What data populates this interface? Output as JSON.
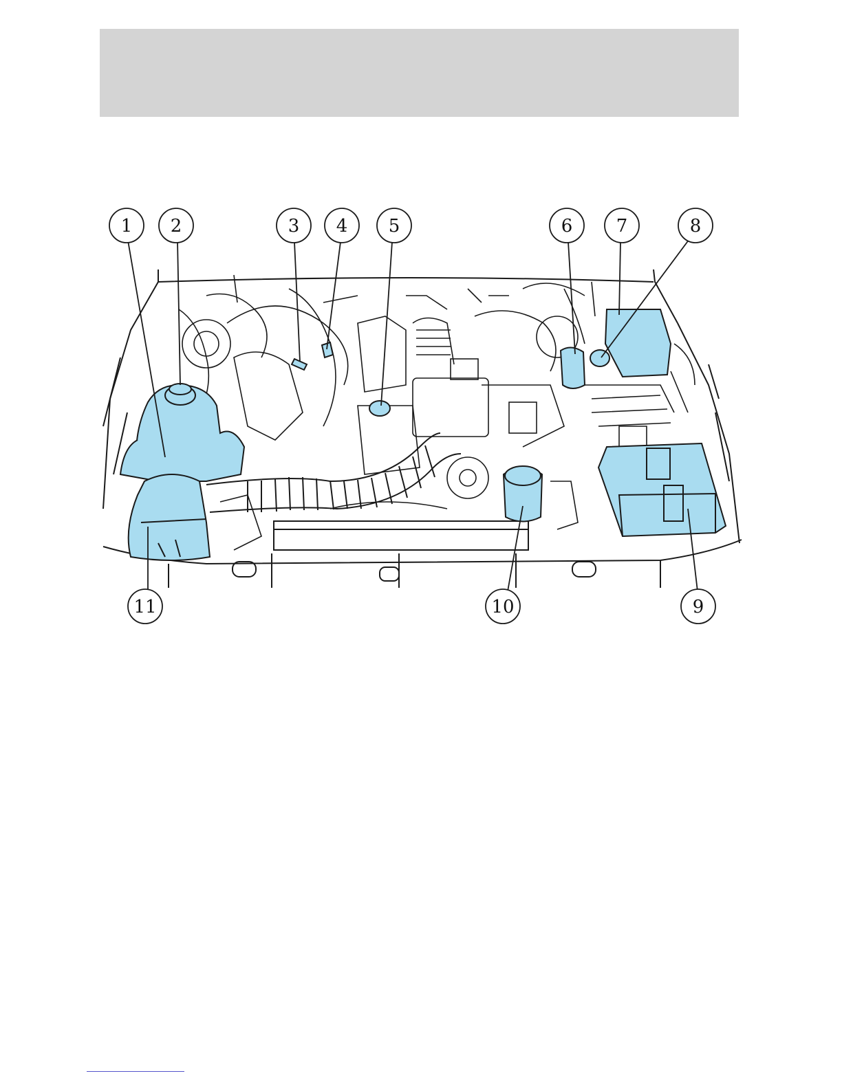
{
  "figure": {
    "highlight_color": "#a9dcf0",
    "line_color": "#1a1a1a",
    "callouts": [
      "1",
      "2",
      "3",
      "4",
      "5",
      "6",
      "7",
      "8",
      "9",
      "10",
      "11"
    ]
  }
}
